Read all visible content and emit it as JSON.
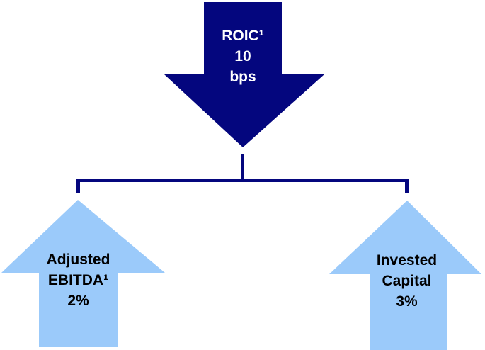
{
  "colors": {
    "navy": "#04067E",
    "light_blue": "#9BCAFA",
    "root_text": "#FFFFFF",
    "branch_text": "#000000",
    "background": "#FFFFFF"
  },
  "diagram": {
    "root_arrow": {
      "direction": "down",
      "lines": [
        "ROIC¹",
        "10",
        "bps"
      ]
    },
    "left_arrow": {
      "direction": "up",
      "lines": [
        "Adjusted",
        "EBITDA¹",
        "2%"
      ]
    },
    "right_arrow": {
      "direction": "up",
      "lines": [
        "Invested",
        "Capital",
        "3%"
      ]
    }
  }
}
